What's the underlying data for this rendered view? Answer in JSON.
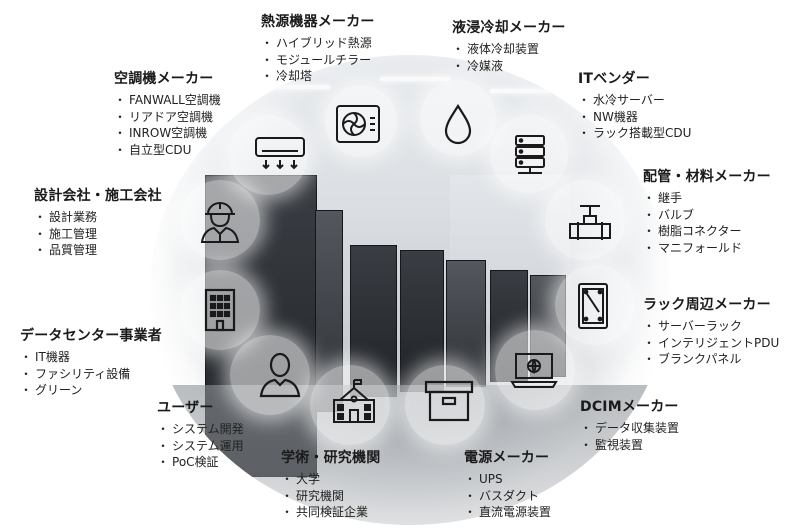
{
  "categories": [
    {
      "id": "heat-source",
      "title": "熱源機器メーカー",
      "items": [
        "ハイブリッド熱源",
        "モジュールチラー",
        "冷却塔"
      ]
    },
    {
      "id": "immersion",
      "title": "液浸冷却メーカー",
      "items": [
        "液体冷却装置",
        "冷媒液"
      ]
    },
    {
      "id": "aircon",
      "title": "空調機メーカー",
      "items": [
        "FANWALL空調機",
        "リアドア空調機",
        "INROW空調機",
        "自立型CDU"
      ]
    },
    {
      "id": "it-vendor",
      "title": "ITベンダー",
      "items": [
        "水冷サーバー",
        "NW機器",
        "ラック搭載型CDU"
      ]
    },
    {
      "id": "design",
      "title": "設計会社・施工会社",
      "items": [
        "設計業務",
        "施工管理",
        "品質管理"
      ]
    },
    {
      "id": "piping",
      "title": "配管・材料メーカー",
      "items": [
        "継手",
        "バルブ",
        "樹脂コネクター",
        "マニフォールド"
      ]
    },
    {
      "id": "rack",
      "title": "ラック周辺メーカー",
      "items": [
        "サーバーラック",
        "インテリジェントPDU",
        "ブランクパネル"
      ]
    },
    {
      "id": "dc-operator",
      "title": "データセンター事業者",
      "items": [
        "IT機器",
        "ファシリティ設備",
        "グリーン"
      ]
    },
    {
      "id": "user",
      "title": "ユーザー",
      "items": [
        "システム開発",
        "システム運用",
        "PoC検証"
      ]
    },
    {
      "id": "dcim",
      "title": "DCIMメーカー",
      "items": [
        "データ収集装置",
        "監視装置"
      ]
    },
    {
      "id": "academic",
      "title": "学術・研究機関",
      "items": [
        "大学",
        "研究機関",
        "共同検証企業"
      ]
    },
    {
      "id": "power",
      "title": "電源メーカー",
      "items": [
        "UPS",
        "バスダクト",
        "直流電源装置"
      ]
    }
  ],
  "icons": [
    "air-conditioner-icon",
    "heat-pump-icon",
    "water-drop-icon",
    "server-icon",
    "worker-icon",
    "valve-icon",
    "building-icon",
    "rack-pdu-icon",
    "user-icon",
    "school-icon",
    "storage-box-icon",
    "monitor-globe-icon"
  ],
  "colors": {
    "text": "#222222",
    "icon": "#1a1a1a",
    "background": "#ffffff"
  }
}
